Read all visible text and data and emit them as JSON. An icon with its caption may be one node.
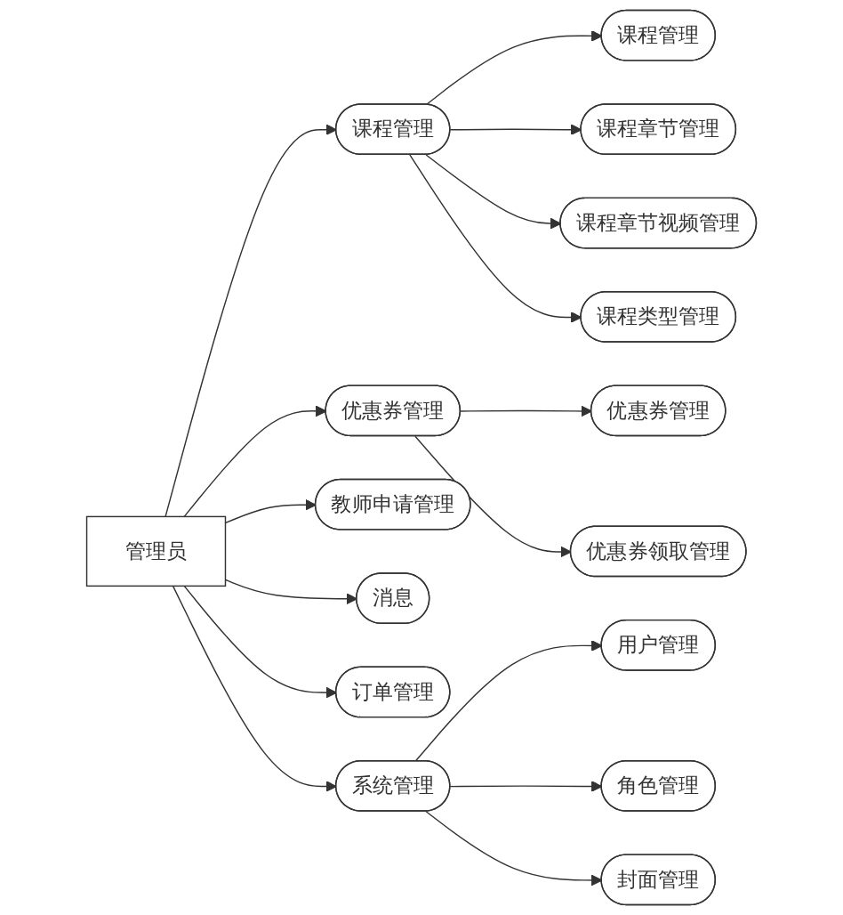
{
  "diagram": {
    "nodes": [
      {
        "text": [
          "管理员"
        ]
      },
      {
        "text": [
          "课程管理"
        ]
      },
      {
        "text": [
          "课程管理"
        ]
      },
      {
        "text": [
          "课程章节管理"
        ]
      },
      {
        "text": [
          "课程章节视频管理"
        ]
      },
      {
        "text": [
          "课程类型管理"
        ]
      },
      {
        "text": [
          "优惠券管理"
        ]
      },
      {
        "text": [
          "优惠券管理"
        ]
      },
      {
        "text": [
          "优惠券领取管理"
        ]
      },
      {
        "text": [
          "教师申请管理"
        ]
      },
      {
        "text": [
          "消息"
        ]
      },
      {
        "text": [
          "订单管理"
        ]
      },
      {
        "text": [
          "系统管理"
        ]
      },
      {
        "text": [
          "用户管理"
        ]
      },
      {
        "text": [
          "角色管理"
        ]
      },
      {
        "text": [
          "封面管理"
        ]
      }
    ],
    "edges": [
      {
        "from": 0,
        "to": 1,
        "arrow": "to"
      },
      {
        "from": 1,
        "to": 2,
        "arrow": "to"
      },
      {
        "from": 1,
        "to": 3,
        "arrow": "to"
      },
      {
        "from": 1,
        "to": 4,
        "arrow": "to"
      },
      {
        "from": 1,
        "to": 5,
        "arrow": "to"
      },
      {
        "from": 0,
        "to": 6,
        "arrow": "to"
      },
      {
        "from": 6,
        "to": 7,
        "arrow": "to"
      },
      {
        "from": 6,
        "to": 8,
        "arrow": "to"
      },
      {
        "from": 0,
        "to": 9,
        "arrow": "to"
      },
      {
        "from": 0,
        "to": 10,
        "arrow": "to"
      },
      {
        "from": 0,
        "to": 11,
        "arrow": "to"
      },
      {
        "from": 0,
        "to": 12,
        "arrow": "to"
      },
      {
        "from": 12,
        "to": 13,
        "arrow": "to"
      },
      {
        "from": 12,
        "to": 14,
        "arrow": "to"
      },
      {
        "from": 12,
        "to": 15,
        "arrow": "to"
      }
    ]
  }
}
